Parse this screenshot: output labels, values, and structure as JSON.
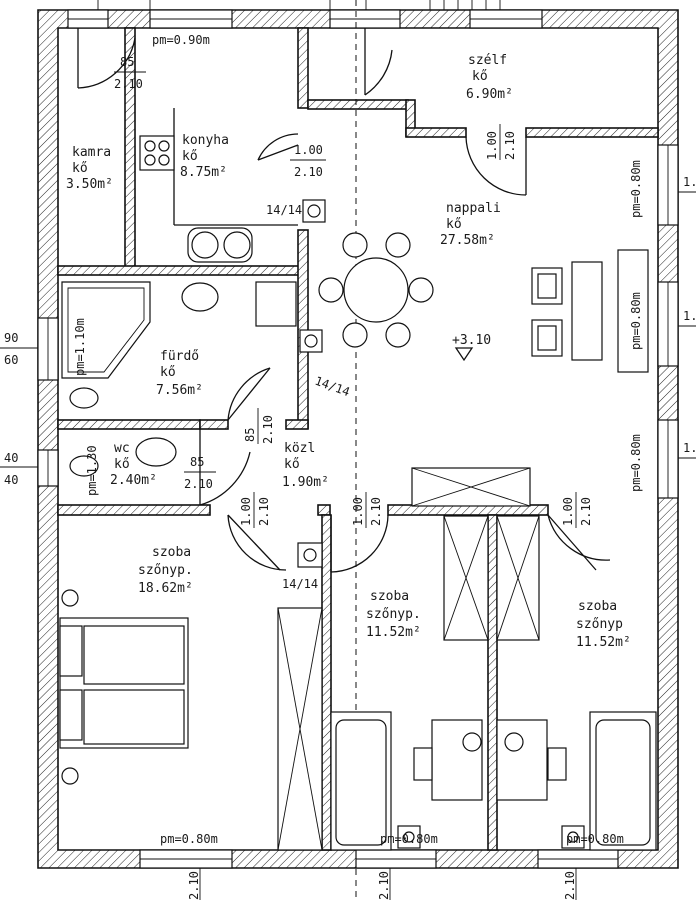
{
  "rooms": {
    "kamra": {
      "name": "kamra",
      "floor": "kő",
      "area": "3.50m²"
    },
    "konyha": {
      "name": "konyha",
      "floor": "kő",
      "area": "8.75m²"
    },
    "szelf": {
      "name": "szélf",
      "floor": "kő",
      "area": "6.90m²"
    },
    "nappali": {
      "name": "nappali",
      "floor": "kő",
      "area": "27.58m²"
    },
    "furdo": {
      "name": "fürdő",
      "floor": "kő",
      "area": "7.56m²"
    },
    "wc": {
      "name": "wc",
      "floor": "kő",
      "area": "2.40m²"
    },
    "kozl": {
      "name": "közl",
      "floor": "kő",
      "area": "1.90m²"
    },
    "szoba1": {
      "name": "szoba",
      "floor": "szőnyp.",
      "area": "18.62m²"
    },
    "szoba2": {
      "name": "szoba",
      "floor": "szőnyp.",
      "area": "11.52m²"
    },
    "szoba3": {
      "name": "szoba",
      "floor": "szőnyp",
      "area": "11.52m²"
    }
  },
  "parapets": {
    "top": "pm=0.90m",
    "furdo": "pm=1.10m",
    "wc": "pm=1.30",
    "nappali_1": "pm=0.80m",
    "nappali_2": "pm=0.80m",
    "nappali_3": "pm=0.80m",
    "szoba1": "pm=0.80m",
    "szoba2": "pm=0.80m",
    "szoba3": "pm=0.80m"
  },
  "doors": {
    "kamra": {
      "w": "85",
      "h": "2.10"
    },
    "konyha": {
      "w": "1.00",
      "h": "2.10"
    },
    "szelf": {
      "w": "1.00",
      "h": "2.10"
    },
    "furdo": {
      "w": "85",
      "h": "2.10"
    },
    "wc": {
      "w": "85",
      "h": "2.10"
    },
    "szoba1": {
      "w": "1.00",
      "h": "2.10"
    },
    "szoba2": {
      "w": "1.00",
      "h": "2.10"
    },
    "szoba3": {
      "w": "1.00",
      "h": "2.10"
    }
  },
  "chimneys": {
    "c1": "14/14",
    "c2": "14/14",
    "c3": "14/14"
  },
  "level": "+3.10",
  "edge_labels": {
    "left_top": "90",
    "left_bottom": "60",
    "left2_top": "40",
    "left2_bottom": "40",
    "right_1": "1.",
    "right_2": "1.",
    "right_3": "1.",
    "bottom_1": "2.10",
    "bottom_2": "2.10",
    "bottom_3": "2.10"
  }
}
